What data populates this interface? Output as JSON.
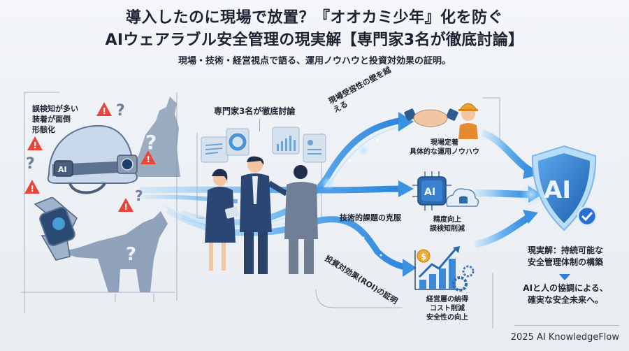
{
  "header": {
    "title_line1": "導入したのに現場で放置？『オオカミ少年』化を防ぐ",
    "title_line2": "AIウェアラブル安全管理の現実解【専門家3名が徹底討論】",
    "subtitle": "現場・技術・経営視点で語る、運用ノウハウと投資対効果の証明。"
  },
  "problems": {
    "items": [
      "誤検知が多い",
      "装着が面倒",
      "形骸化"
    ],
    "helmet_badge": "AI",
    "icons": [
      "warning-icon",
      "question-icon",
      "wolf-silhouette-icon",
      "smart-helmet-icon",
      "smartwatch-icon"
    ]
  },
  "discussion": {
    "label": "専門家3名が徹底討論",
    "participants": 3
  },
  "flows": [
    {
      "label": "現場受容性の壁を越える"
    },
    {
      "label": "技術的課題の克服"
    },
    {
      "label": "投資対効果(ROI)の証明"
    }
  ],
  "outcomes": [
    {
      "lines": [
        "現場定着",
        "具体的な運用ノウハウ"
      ],
      "icon": "handshake-worker-icon"
    },
    {
      "lines": [
        "精度向上",
        "誤検知削減"
      ],
      "icon": "ai-chip-cloud-icon",
      "chip_label": "AI"
    },
    {
      "lines": [
        "経営層の納得",
        "コスト削減",
        "安全性の向上"
      ],
      "icon": "growth-chart-icon",
      "coin_symbol": "$"
    }
  ],
  "result": {
    "shield_label": "AI",
    "line1": "現実解：持続可能な",
    "line2": "安全管理体制の構築",
    "line3": "AIと人の協調による、",
    "line4": "確実な安全未来へ。"
  },
  "footer": {
    "credit": "2025 AI KnowledgeFlow"
  },
  "colors": {
    "accent_blue": "#2f7fd8",
    "flow_blue": "#5fb4f0",
    "warning_red": "#e5473b",
    "wolf_gray": "#7f94ae",
    "suit_navy": "#2c4673",
    "title_dark": "#1c2230"
  }
}
